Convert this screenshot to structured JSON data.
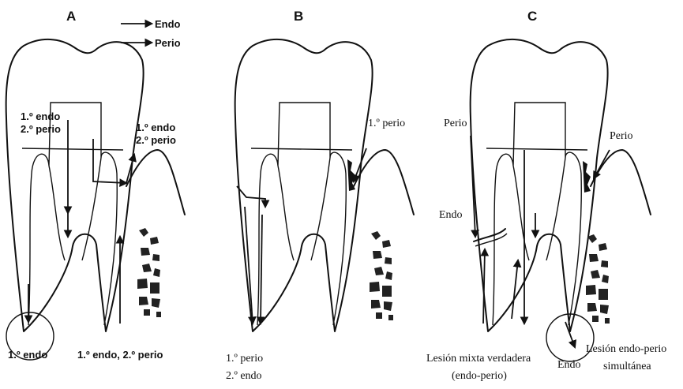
{
  "legend": {
    "endo": "Endo",
    "perio": "Perio"
  },
  "panel_a": {
    "title": "A",
    "label_left": [
      "1.º endo",
      "2.º perio"
    ],
    "label_right": [
      "1.º endo",
      "2.º perio"
    ],
    "label_circle": "1.º endo",
    "label_bottom": "1.º endo, 2.º perio"
  },
  "panel_b": {
    "title": "B",
    "label_right": "1.º perio",
    "label_bottom": [
      "1.º perio",
      "2.º endo"
    ]
  },
  "panel_c": {
    "title": "C",
    "label_perio_left": "Perio",
    "label_perio_right": "Perio",
    "label_endo": "Endo",
    "label_mixed": [
      "Lesión mixta verdadera",
      "(endo-perio)"
    ],
    "label_endo_bottom": "Endo",
    "label_simultaneous": [
      "Lesión endo-perio",
      "simultánea"
    ]
  }
}
